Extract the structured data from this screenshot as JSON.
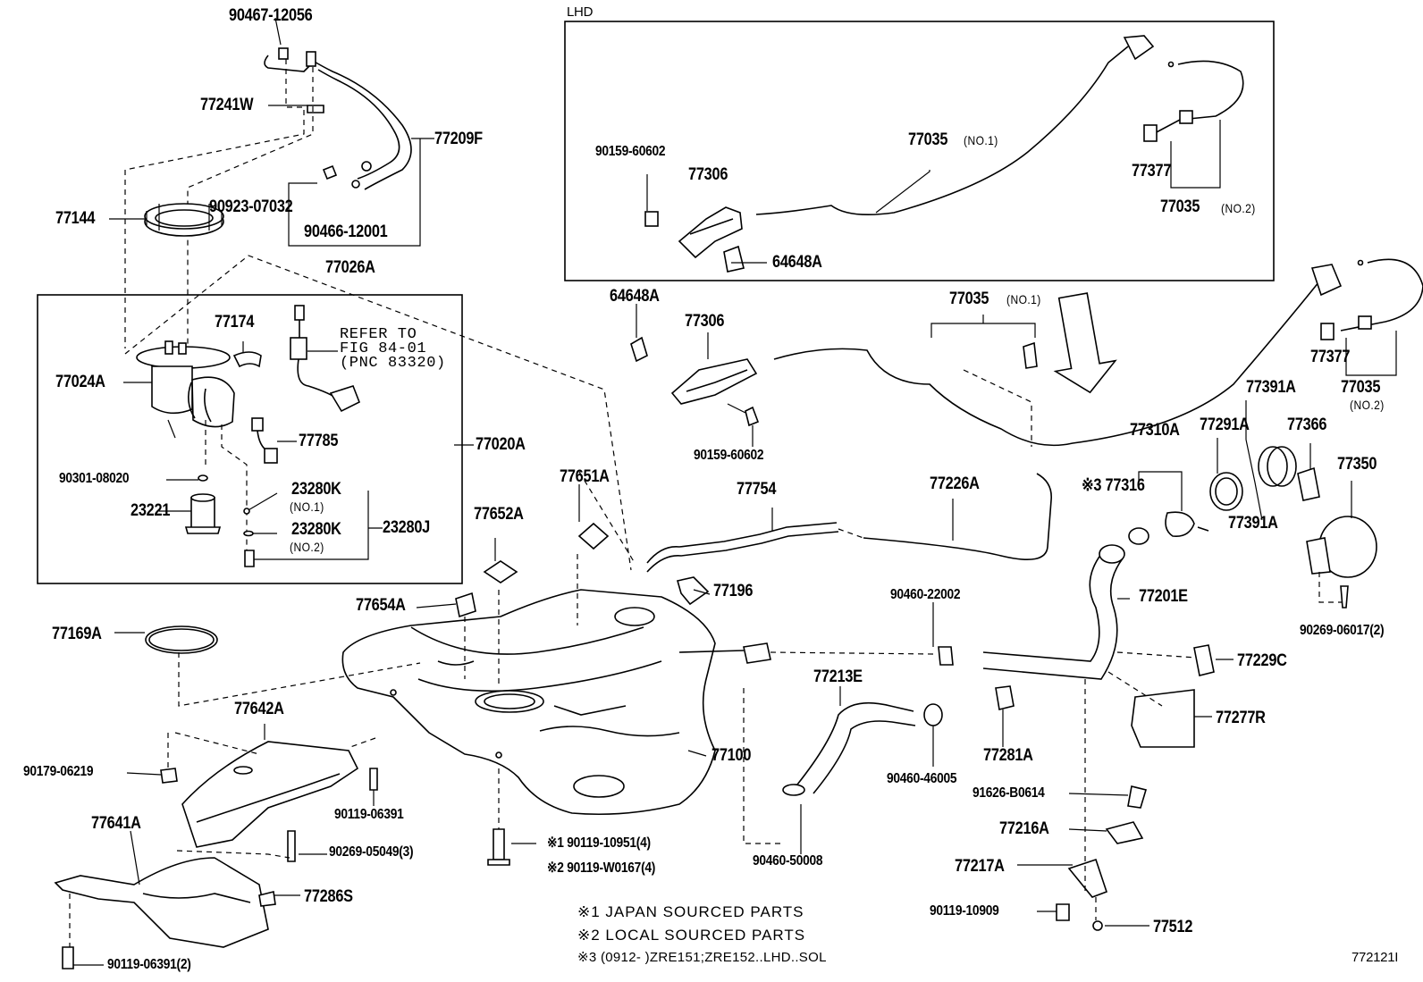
{
  "diagram": {
    "lhd_label": "LHD",
    "diagram_id": "772121I",
    "notes": [
      "※1 JAPAN SOURCED PARTS",
      "※2 LOCAL SOURCED PARTS",
      "※3 (0912-      )ZRE151;ZRE152..LHD..SOL"
    ],
    "refer_text": [
      "REFER TO",
      "FIG 84-01",
      "(PNC 83320)"
    ],
    "labels": {
      "p_90467_12056": "90467-12056",
      "p_77241W": "77241W",
      "p_77209F": "77209F",
      "p_77144": "77144",
      "p_90923_07032": "90923-07032",
      "p_90466_12001": "90466-12001",
      "p_77026A": "77026A",
      "p_77174": "77174",
      "p_77024A": "77024A",
      "p_77785": "77785",
      "p_77020A": "77020A",
      "p_90301_08020": "90301-08020",
      "p_23280K_1": "23280K",
      "p_23280K_1_sub": "(NO.1)",
      "p_23280K_2": "23280K",
      "p_23280K_2_sub": "(NO.2)",
      "p_23280J": "23280J",
      "p_23221": "23221",
      "p_90159_60602_a": "90159-60602",
      "p_77306_a": "77306",
      "p_64648A_a": "64648A",
      "p_77035_no1_a": "77035",
      "p_77035_no1_a_sub": "(NO.1)",
      "p_77377_a": "77377",
      "p_77035_no2_a": "77035",
      "p_77035_no2_a_sub": "(NO.2)",
      "p_64648A_b": "64648A",
      "p_77306_b": "77306",
      "p_90159_60602_b": "90159-60602",
      "p_77035_no1_b": "77035",
      "p_77035_no1_b_sub": "(NO.1)",
      "p_77377_b": "77377",
      "p_77035_no2_b": "77035",
      "p_77035_no2_b_sub": "(NO.2)",
      "p_77391A_top": "77391A",
      "p_77310A": "77310A",
      "p_77291A": "77291A",
      "p_77366": "77366",
      "p_77350": "77350",
      "p_77316": "※3 77316",
      "p_77391A_bot": "77391A",
      "p_77651A": "77651A",
      "p_77754": "77754",
      "p_77226A": "77226A",
      "p_77652A": "77652A",
      "p_77654A": "77654A",
      "p_77196": "77196",
      "p_90460_22002": "90460-22002",
      "p_77201E": "77201E",
      "p_90269_06017": "90269-06017(2)",
      "p_77169A": "77169A",
      "p_77229C": "77229C",
      "p_77213E": "77213E",
      "p_77642A": "77642A",
      "p_77277R": "77277R",
      "p_77100": "77100",
      "p_77281A": "77281A",
      "p_90179_06219": "90179-06219",
      "p_90119_06391": "90119-06391",
      "p_90460_46005": "90460-46005",
      "p_91626_B0614": "91626-B0614",
      "p_77641A": "77641A",
      "p_77216A": "77216A",
      "p_90269_05049": "90269-05049(3)",
      "p_90119_10951": "※1 90119-10951(4)",
      "p_90119_W0167": "※2 90119-W0167(4)",
      "p_90460_50008": "90460-50008",
      "p_77217A": "77217A",
      "p_77286S": "77286S",
      "p_90119_10909": "90119-10909",
      "p_77512": "77512",
      "p_90119_06391_2": "90119-06391(2)"
    }
  }
}
